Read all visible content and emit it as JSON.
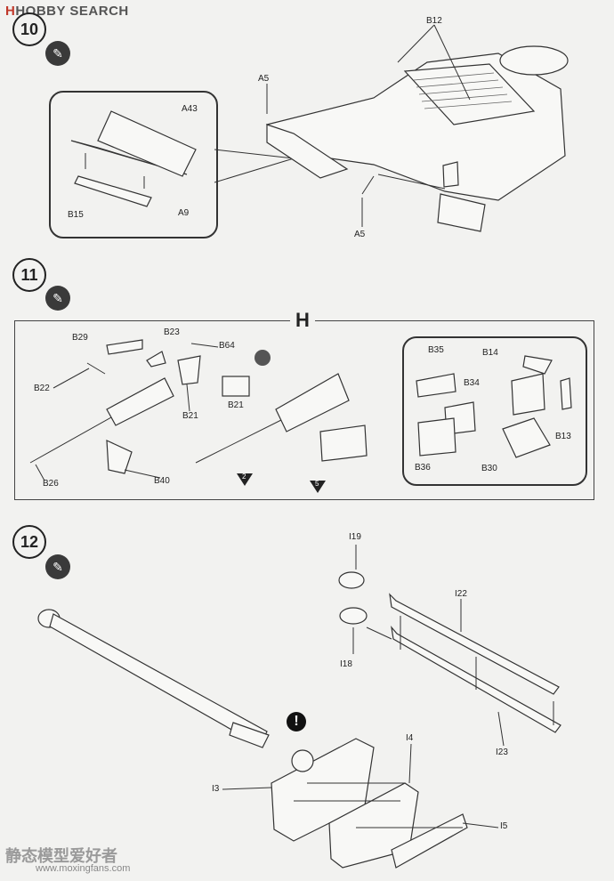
{
  "header": {
    "logo": "HOBBY SEARCH"
  },
  "steps": {
    "s10": {
      "number": "10",
      "labels": {
        "b12": "B12",
        "a5_top": "A5",
        "a5_bottom": "A5",
        "a43": "A43",
        "b15": "B15",
        "a9": "A9"
      }
    },
    "s11": {
      "number": "11",
      "frame_title": "H",
      "labels": {
        "b29": "B29",
        "b23": "B23",
        "b64": "B64",
        "b22": "B22",
        "b21a": "B21",
        "b21b": "B21",
        "b26": "B26",
        "b40": "B40",
        "b35": "B35",
        "b14": "B14",
        "b34": "B34",
        "b13": "B13",
        "b36": "B36",
        "b30": "B30"
      },
      "flags": {
        "f2": "2",
        "f5": "5"
      }
    },
    "s12": {
      "number": "12",
      "labels": {
        "i19": "I19",
        "i22": "I22",
        "i18": "I18",
        "i4": "I4",
        "i3": "I3",
        "i23": "I23",
        "i5": "I5"
      },
      "warning": "!"
    }
  },
  "watermark": {
    "cn": "静态模型爱好者",
    "url": "www.moxingfans.com"
  },
  "icons": {
    "glue": "glue-pen-icon",
    "warning": "exclamation-icon"
  }
}
